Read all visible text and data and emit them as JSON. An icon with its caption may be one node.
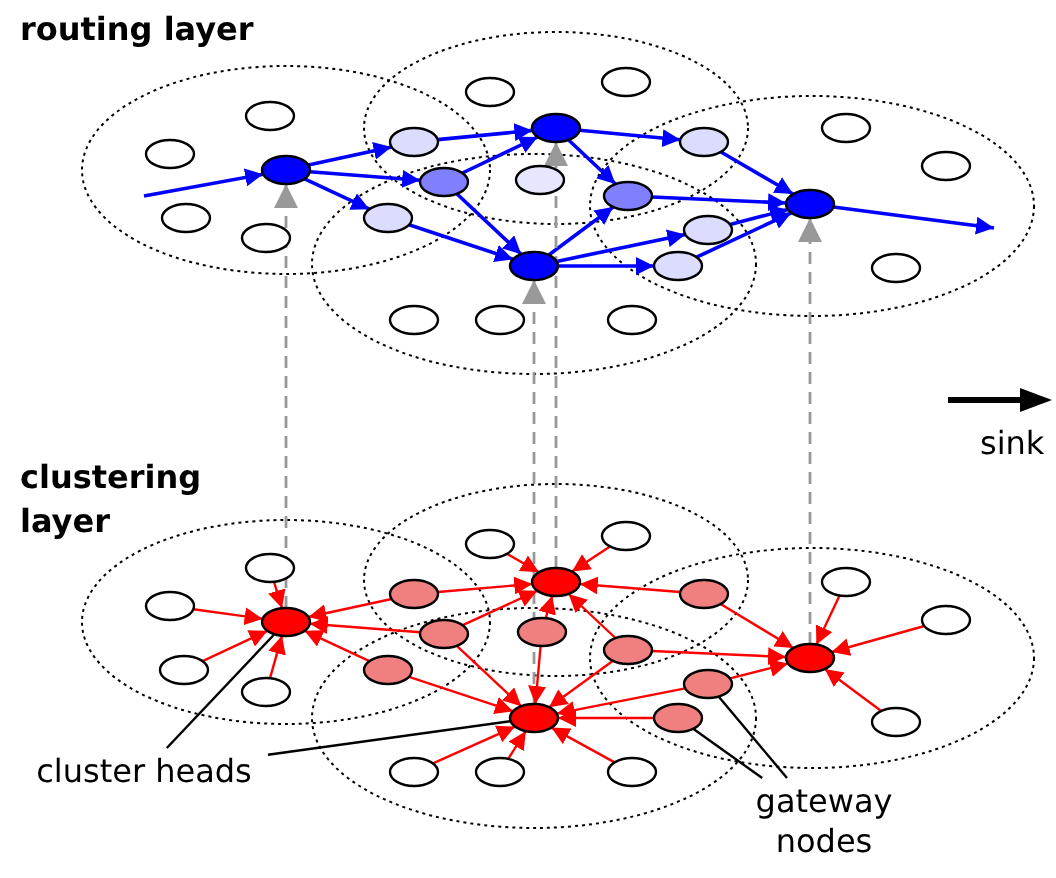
{
  "diagram": {
    "nodes": [
      {
        "text": [],
        "shape": "ellipse"
      },
      {
        "text": [],
        "shape": "ellipse"
      },
      {
        "text": [],
        "shape": "ellipse"
      },
      {
        "text": [],
        "shape": "ellipse"
      },
      {
        "text": [],
        "shape": "ellipse"
      },
      {
        "text": [],
        "shape": "ellipse"
      },
      {
        "text": [],
        "shape": "ellipse"
      },
      {
        "text": [],
        "shape": "ellipse"
      },
      {
        "text": [],
        "shape": "ellipse"
      },
      {
        "text": [],
        "shape": "ellipse"
      },
      {
        "text": [],
        "shape": "ellipse"
      },
      {
        "text": [],
        "shape": "ellipse"
      },
      {
        "text": [],
        "shape": "ellipse"
      },
      {
        "text": [],
        "shape": "ellipse"
      },
      {
        "text": [],
        "shape": "ellipse"
      },
      {
        "text": [],
        "shape": "ellipse"
      },
      {
        "text": [],
        "shape": "ellipse"
      },
      {
        "text": [],
        "shape": "ellipse"
      },
      {
        "text": [],
        "shape": "ellipse"
      },
      {
        "text": [],
        "shape": "ellipse"
      },
      {
        "text": [],
        "shape": "ellipse"
      },
      {
        "text": [],
        "shape": "ellipse"
      },
      {
        "text": [],
        "shape": "ellipse"
      },
      {
        "text": [],
        "shape": "ellipse"
      },
      {
        "text": [],
        "shape": "ellipse"
      },
      {
        "text": [],
        "shape": "ellipse"
      },
      {
        "text": [],
        "shape": "ellipse"
      },
      {
        "text": [],
        "shape": "ellipse"
      },
      {
        "text": [],
        "shape": "ellipse"
      },
      {
        "text": [],
        "shape": "ellipse"
      },
      {
        "text": [],
        "shape": "ellipse"
      },
      {
        "text": [],
        "shape": "ellipse"
      },
      {
        "text": [],
        "shape": "ellipse"
      },
      {
        "text": [],
        "shape": "ellipse"
      },
      {
        "text": [],
        "shape": "ellipse"
      },
      {
        "text": [],
        "shape": "ellipse"
      },
      {
        "text": [],
        "shape": "ellipse"
      },
      {
        "text": [],
        "shape": "ellipse"
      },
      {
        "text": [],
        "shape": "ellipse"
      },
      {
        "text": [],
        "shape": "ellipse"
      },
      {
        "text": [],
        "shape": "ellipse"
      },
      {
        "text": [],
        "shape": "ellipse"
      },
      {
        "text": [],
        "shape": "ellipse"
      },
      {
        "text": [],
        "shape": "ellipse"
      },
      {
        "text": [],
        "shape": "ellipse"
      },
      {
        "text": [],
        "shape": "ellipse"
      },
      {
        "text": [],
        "shape": "ellipse"
      },
      {
        "text": [],
        "shape": "ellipse"
      },
      {
        "text": [
          "cluster heads"
        ]
      },
      {
        "text": [
          "gateway nodes"
        ]
      }
    ],
    "edges": [
      {
        "from": null,
        "to": 0,
        "arrow": "to",
        "color": "#0000ff"
      },
      {
        "from": 0,
        "to": 4,
        "arrow": "to",
        "color": "#0000ff"
      },
      {
        "from": 0,
        "to": 6,
        "arrow": "to",
        "color": "#0000ff"
      },
      {
        "from": 0,
        "to": 5,
        "arrow": "to",
        "color": "#0000ff"
      },
      {
        "from": 4,
        "to": 1,
        "arrow": "to",
        "color": "#0000ff"
      },
      {
        "from": 6,
        "to": 1,
        "arrow": "to",
        "color": "#0000ff"
      },
      {
        "from": 6,
        "to": 2,
        "arrow": "to",
        "color": "#0000ff"
      },
      {
        "from": 5,
        "to": 2,
        "arrow": "to",
        "color": "#0000ff"
      },
      {
        "from": 1,
        "to": 8,
        "arrow": "to",
        "color": "#0000ff"
      },
      {
        "from": 1,
        "to": 7,
        "arrow": "to",
        "color": "#0000ff"
      },
      {
        "from": 2,
        "to": 7,
        "arrow": "to",
        "color": "#0000ff"
      },
      {
        "from": 2,
        "to": 9,
        "arrow": "to",
        "color": "#0000ff"
      },
      {
        "from": 2,
        "to": 10,
        "arrow": "to",
        "color": "#0000ff"
      },
      {
        "from": 8,
        "to": 3,
        "arrow": "to",
        "color": "#0000ff"
      },
      {
        "from": 7,
        "to": 3,
        "arrow": "to",
        "color": "#0000ff"
      },
      {
        "from": 9,
        "to": 3,
        "arrow": "to",
        "color": "#0000ff"
      },
      {
        "from": 10,
        "to": 3,
        "arrow": "to",
        "color": "#0000ff"
      },
      {
        "from": 3,
        "to": null,
        "arrow": "to",
        "color": "#0000ff"
      },
      {
        "from": 24,
        "to": 0,
        "arrow": "to",
        "style": "dashed",
        "color": "#999999"
      },
      {
        "from": 26,
        "to": 2,
        "arrow": "to",
        "style": "dashed",
        "color": "#999999"
      },
      {
        "from": 25,
        "to": 1,
        "arrow": "to",
        "style": "dashed",
        "color": "#999999"
      },
      {
        "from": 27,
        "to": 3,
        "arrow": "to",
        "style": "dashed",
        "color": "#999999"
      },
      {
        "from": 36,
        "to": 24,
        "arrow": "to"
      },
      {
        "from": 37,
        "to": 24,
        "arrow": "to"
      },
      {
        "from": 38,
        "to": 24,
        "arrow": "to"
      },
      {
        "from": 39,
        "to": 24,
        "arrow": "to"
      },
      {
        "from": 40,
        "to": 25,
        "arrow": "to"
      },
      {
        "from": 41,
        "to": 25,
        "arrow": "to"
      },
      {
        "from": 42,
        "to": 27,
        "arrow": "to"
      },
      {
        "from": 43,
        "to": 27,
        "arrow": "to"
      },
      {
        "from": 44,
        "to": 27,
        "arrow": "to"
      },
      {
        "from": 45,
        "to": 26,
        "arrow": "to"
      },
      {
        "from": 46,
        "to": 26,
        "arrow": "to"
      },
      {
        "from": 47,
        "to": 26,
        "arrow": "to"
      },
      {
        "from": 28,
        "to": 24,
        "arrow": "to"
      },
      {
        "from": 28,
        "to": 25,
        "arrow": "to"
      },
      {
        "from": 29,
        "to": 24,
        "arrow": "to"
      },
      {
        "from": 29,
        "to": 25,
        "arrow": "to"
      },
      {
        "from": 29,
        "to": 26,
        "arrow": "to"
      },
      {
        "from": 30,
        "to": 24,
        "arrow": "to"
      },
      {
        "from": 30,
        "to": 26,
        "arrow": "to"
      },
      {
        "from": 31,
        "to": 25,
        "arrow": "to"
      },
      {
        "from": 31,
        "to": 26,
        "arrow": "to"
      },
      {
        "from": 32,
        "to": 25,
        "arrow": "to"
      },
      {
        "from": 32,
        "to": 26,
        "arrow": "to"
      },
      {
        "from": 32,
        "to": 27,
        "arrow": "to"
      },
      {
        "from": 33,
        "to": 25,
        "arrow": "to"
      },
      {
        "from": 33,
        "to": 27,
        "arrow": "to"
      },
      {
        "from": 34,
        "to": 26,
        "arrow": "to"
      },
      {
        "from": 34,
        "to": 27,
        "arrow": "to"
      },
      {
        "from": 35,
        "to": 26,
        "arrow": "to"
      },
      {
        "from": 48,
        "to": 24,
        "arrow": "none",
        "color": "#000000"
      },
      {
        "from": 48,
        "to": 26,
        "arrow": "none",
        "color": "#000000"
      },
      {
        "from": 49,
        "to": 34,
        "arrow": "none",
        "color": "#000000"
      },
      {
        "from": 49,
        "to": 35,
        "arrow": "none",
        "color": "#000000"
      }
    ],
    "labels": [
      "routing layer",
      "sink",
      "clustering layer"
    ]
  }
}
